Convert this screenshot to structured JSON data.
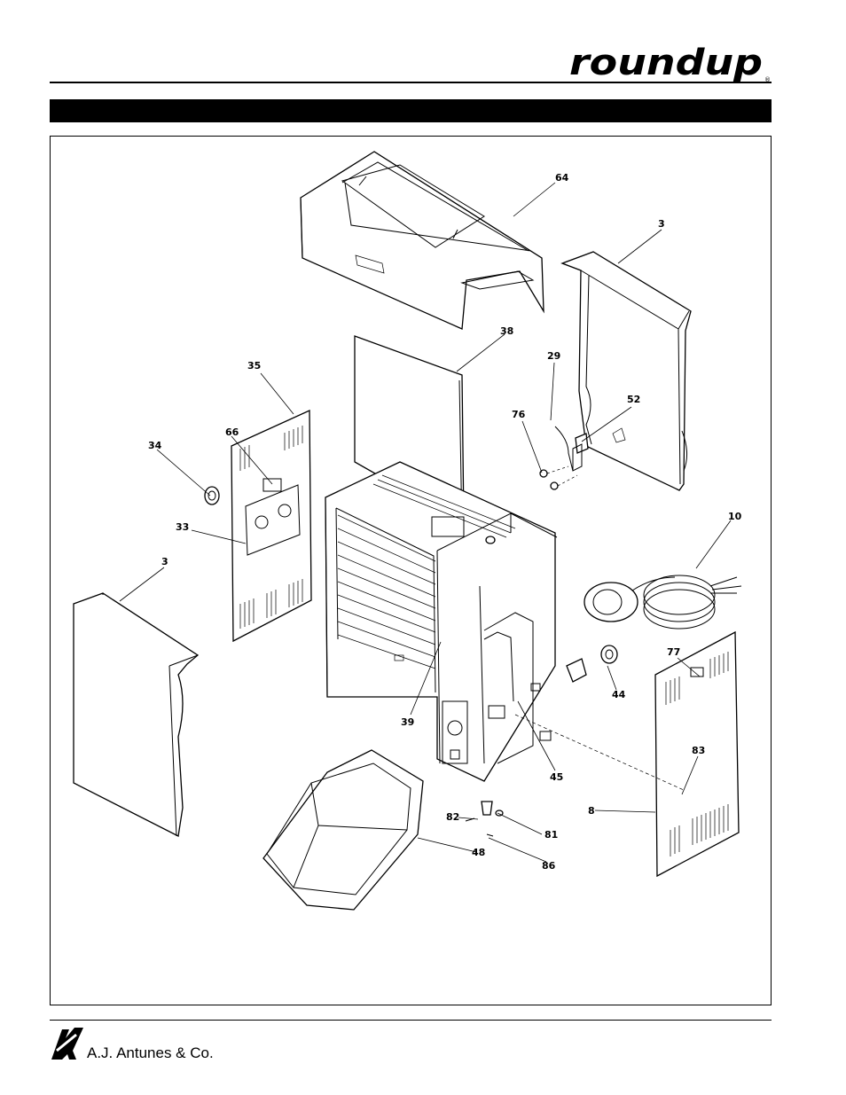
{
  "header": {
    "brand_name": "roundup",
    "registered_mark": "®"
  },
  "title_bar": {
    "text": ""
  },
  "diagram": {
    "callouts": [
      {
        "id": "c64",
        "label": "64"
      },
      {
        "id": "c3a",
        "label": "3"
      },
      {
        "id": "c38",
        "label": "38"
      },
      {
        "id": "c35",
        "label": "35"
      },
      {
        "id": "c29",
        "label": "29"
      },
      {
        "id": "c52",
        "label": "52"
      },
      {
        "id": "c76",
        "label": "76"
      },
      {
        "id": "c66",
        "label": "66"
      },
      {
        "id": "c34",
        "label": "34"
      },
      {
        "id": "c33",
        "label": "33"
      },
      {
        "id": "c10",
        "label": "10"
      },
      {
        "id": "c3b",
        "label": "3"
      },
      {
        "id": "c77",
        "label": "77"
      },
      {
        "id": "c44",
        "label": "44"
      },
      {
        "id": "c39",
        "label": "39"
      },
      {
        "id": "c45",
        "label": "45"
      },
      {
        "id": "c83",
        "label": "83"
      },
      {
        "id": "c8",
        "label": "8"
      },
      {
        "id": "c82",
        "label": "82"
      },
      {
        "id": "c81",
        "label": "81"
      },
      {
        "id": "c48",
        "label": "48"
      },
      {
        "id": "c86",
        "label": "86"
      }
    ]
  },
  "footer": {
    "company_name": "A.J. Antunes & Co."
  }
}
